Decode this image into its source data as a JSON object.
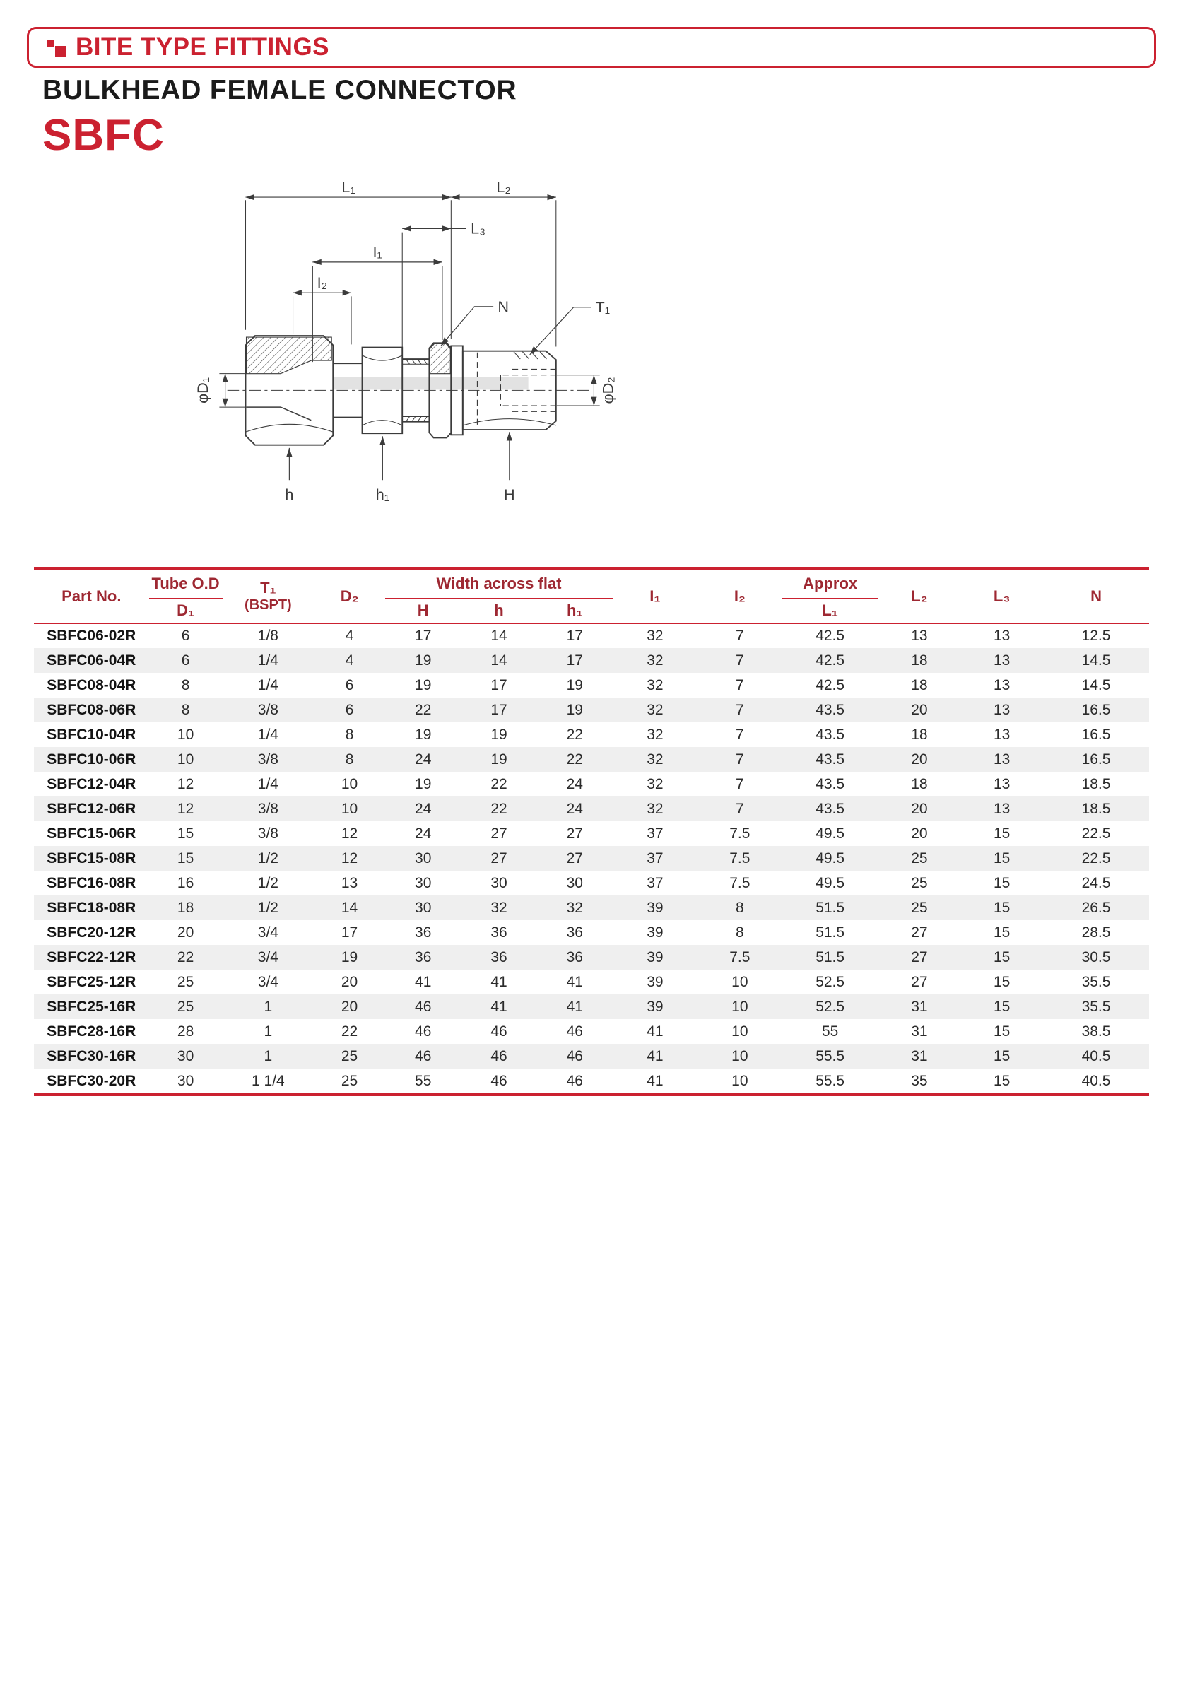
{
  "header": {
    "badge": "BITE TYPE FITTINGS"
  },
  "product": {
    "name": "BULKHEAD FEMALE CONNECTOR",
    "code": "SBFC"
  },
  "colors": {
    "accent": "#cb2130",
    "header_text": "#9e2832",
    "row_alt": "#efefef",
    "ink": "#3b3b3b"
  },
  "diagram": {
    "dim_l1": "L₁",
    "dim_l2": "L₂",
    "dim_l3": "L₃",
    "dim_i1": "I₁",
    "dim_i2": "I₂",
    "dim_n": "N",
    "dim_t1": "T₁",
    "dim_d1": "φD₁",
    "dim_d2": "φD₂",
    "dim_h": "h",
    "dim_h1": "h₁",
    "dim_hh": "H"
  },
  "table": {
    "header": {
      "part_no": "Part No.",
      "tube_od": "Tube O.D",
      "d1": "D₁",
      "t1": "T₁",
      "t1_sub": "(BSPT)",
      "d2": "D₂",
      "width_across_flat": "Width across flat",
      "h_cap": "H",
      "h_low": "h",
      "h1": "h₁",
      "i1": "I₁",
      "i2": "I₂",
      "approx": "Approx",
      "l1": "L₁",
      "l2": "L₂",
      "l3": "L₃",
      "n": "N"
    },
    "rows": [
      [
        "SBFC06-02R",
        "6",
        "1/8",
        "4",
        "17",
        "14",
        "17",
        "32",
        "7",
        "42.5",
        "13",
        "13",
        "12.5"
      ],
      [
        "SBFC06-04R",
        "6",
        "1/4",
        "4",
        "19",
        "14",
        "17",
        "32",
        "7",
        "42.5",
        "18",
        "13",
        "14.5"
      ],
      [
        "SBFC08-04R",
        "8",
        "1/4",
        "6",
        "19",
        "17",
        "19",
        "32",
        "7",
        "42.5",
        "18",
        "13",
        "14.5"
      ],
      [
        "SBFC08-06R",
        "8",
        "3/8",
        "6",
        "22",
        "17",
        "19",
        "32",
        "7",
        "43.5",
        "20",
        "13",
        "16.5"
      ],
      [
        "SBFC10-04R",
        "10",
        "1/4",
        "8",
        "19",
        "19",
        "22",
        "32",
        "7",
        "43.5",
        "18",
        "13",
        "16.5"
      ],
      [
        "SBFC10-06R",
        "10",
        "3/8",
        "8",
        "24",
        "19",
        "22",
        "32",
        "7",
        "43.5",
        "20",
        "13",
        "16.5"
      ],
      [
        "SBFC12-04R",
        "12",
        "1/4",
        "10",
        "19",
        "22",
        "24",
        "32",
        "7",
        "43.5",
        "18",
        "13",
        "18.5"
      ],
      [
        "SBFC12-06R",
        "12",
        "3/8",
        "10",
        "24",
        "22",
        "24",
        "32",
        "7",
        "43.5",
        "20",
        "13",
        "18.5"
      ],
      [
        "SBFC15-06R",
        "15",
        "3/8",
        "12",
        "24",
        "27",
        "27",
        "37",
        "7.5",
        "49.5",
        "20",
        "15",
        "22.5"
      ],
      [
        "SBFC15-08R",
        "15",
        "1/2",
        "12",
        "30",
        "27",
        "27",
        "37",
        "7.5",
        "49.5",
        "25",
        "15",
        "22.5"
      ],
      [
        "SBFC16-08R",
        "16",
        "1/2",
        "13",
        "30",
        "30",
        "30",
        "37",
        "7.5",
        "49.5",
        "25",
        "15",
        "24.5"
      ],
      [
        "SBFC18-08R",
        "18",
        "1/2",
        "14",
        "30",
        "32",
        "32",
        "39",
        "8",
        "51.5",
        "25",
        "15",
        "26.5"
      ],
      [
        "SBFC20-12R",
        "20",
        "3/4",
        "17",
        "36",
        "36",
        "36",
        "39",
        "8",
        "51.5",
        "27",
        "15",
        "28.5"
      ],
      [
        "SBFC22-12R",
        "22",
        "3/4",
        "19",
        "36",
        "36",
        "36",
        "39",
        "7.5",
        "51.5",
        "27",
        "15",
        "30.5"
      ],
      [
        "SBFC25-12R",
        "25",
        "3/4",
        "20",
        "41",
        "41",
        "41",
        "39",
        "10",
        "52.5",
        "27",
        "15",
        "35.5"
      ],
      [
        "SBFC25-16R",
        "25",
        "1",
        "20",
        "46",
        "41",
        "41",
        "39",
        "10",
        "52.5",
        "31",
        "15",
        "35.5"
      ],
      [
        "SBFC28-16R",
        "28",
        "1",
        "22",
        "46",
        "46",
        "46",
        "41",
        "10",
        "55",
        "31",
        "15",
        "38.5"
      ],
      [
        "SBFC30-16R",
        "30",
        "1",
        "25",
        "46",
        "46",
        "46",
        "41",
        "10",
        "55.5",
        "31",
        "15",
        "40.5"
      ],
      [
        "SBFC30-20R",
        "30",
        "1 1/4",
        "25",
        "55",
        "46",
        "46",
        "41",
        "10",
        "55.5",
        "35",
        "15",
        "40.5"
      ]
    ]
  }
}
